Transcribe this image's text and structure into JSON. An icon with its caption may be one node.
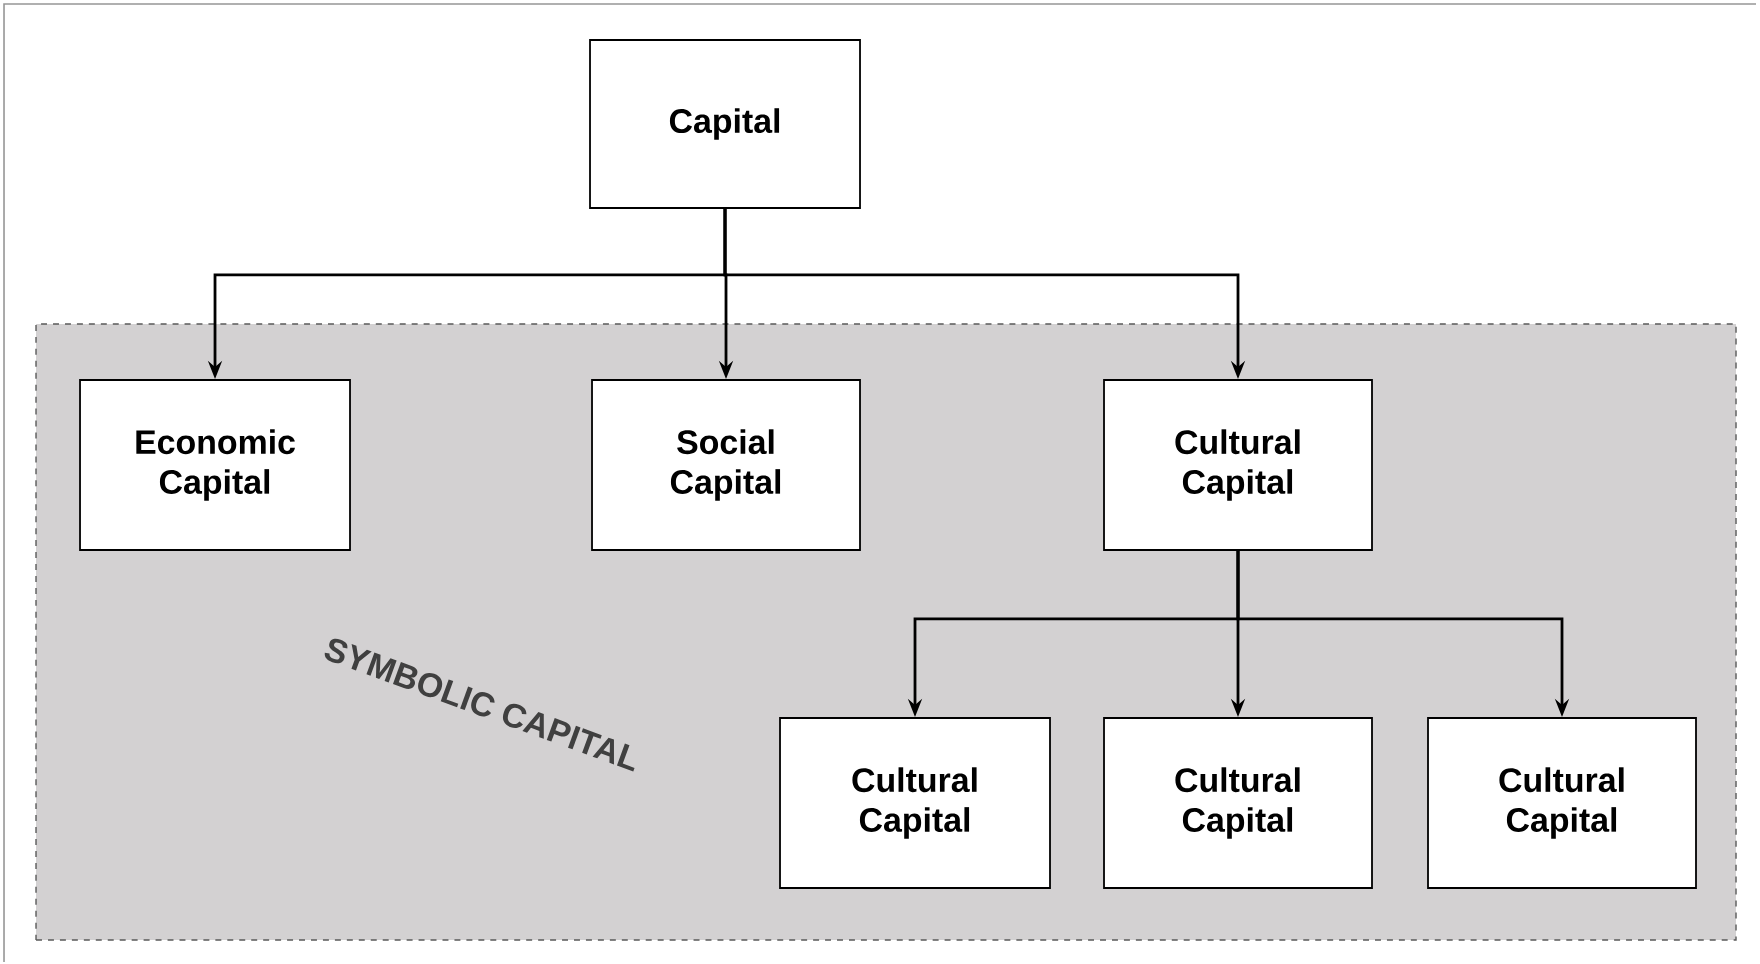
{
  "diagram": {
    "nodes": [
      {
        "text": [
          "Capital"
        ]
      },
      {
        "text": [
          "SYMBOLIC CAPITAL"
        ]
      },
      {
        "text": [
          "Economic Capital"
        ],
        "in": 1
      },
      {
        "text": [
          "Social Capital"
        ],
        "in": 1
      },
      {
        "text": [
          "Cultural Capital"
        ],
        "in": 1
      },
      {
        "text": [
          "Cultural Capital"
        ],
        "in": 1
      },
      {
        "text": [
          "Cultural Capital"
        ],
        "in": 1
      },
      {
        "text": [
          "Cultural Capital"
        ],
        "in": 1
      }
    ],
    "edges": [
      {
        "from": 0,
        "to": 2,
        "arrow": "to"
      },
      {
        "from": 0,
        "to": 3,
        "arrow": "to"
      },
      {
        "from": 0,
        "to": 4,
        "arrow": "to"
      },
      {
        "from": 4,
        "to": 5,
        "arrow": "to"
      },
      {
        "from": 4,
        "to": 6,
        "arrow": "to"
      },
      {
        "from": 4,
        "to": 7,
        "arrow": "to"
      }
    ]
  }
}
